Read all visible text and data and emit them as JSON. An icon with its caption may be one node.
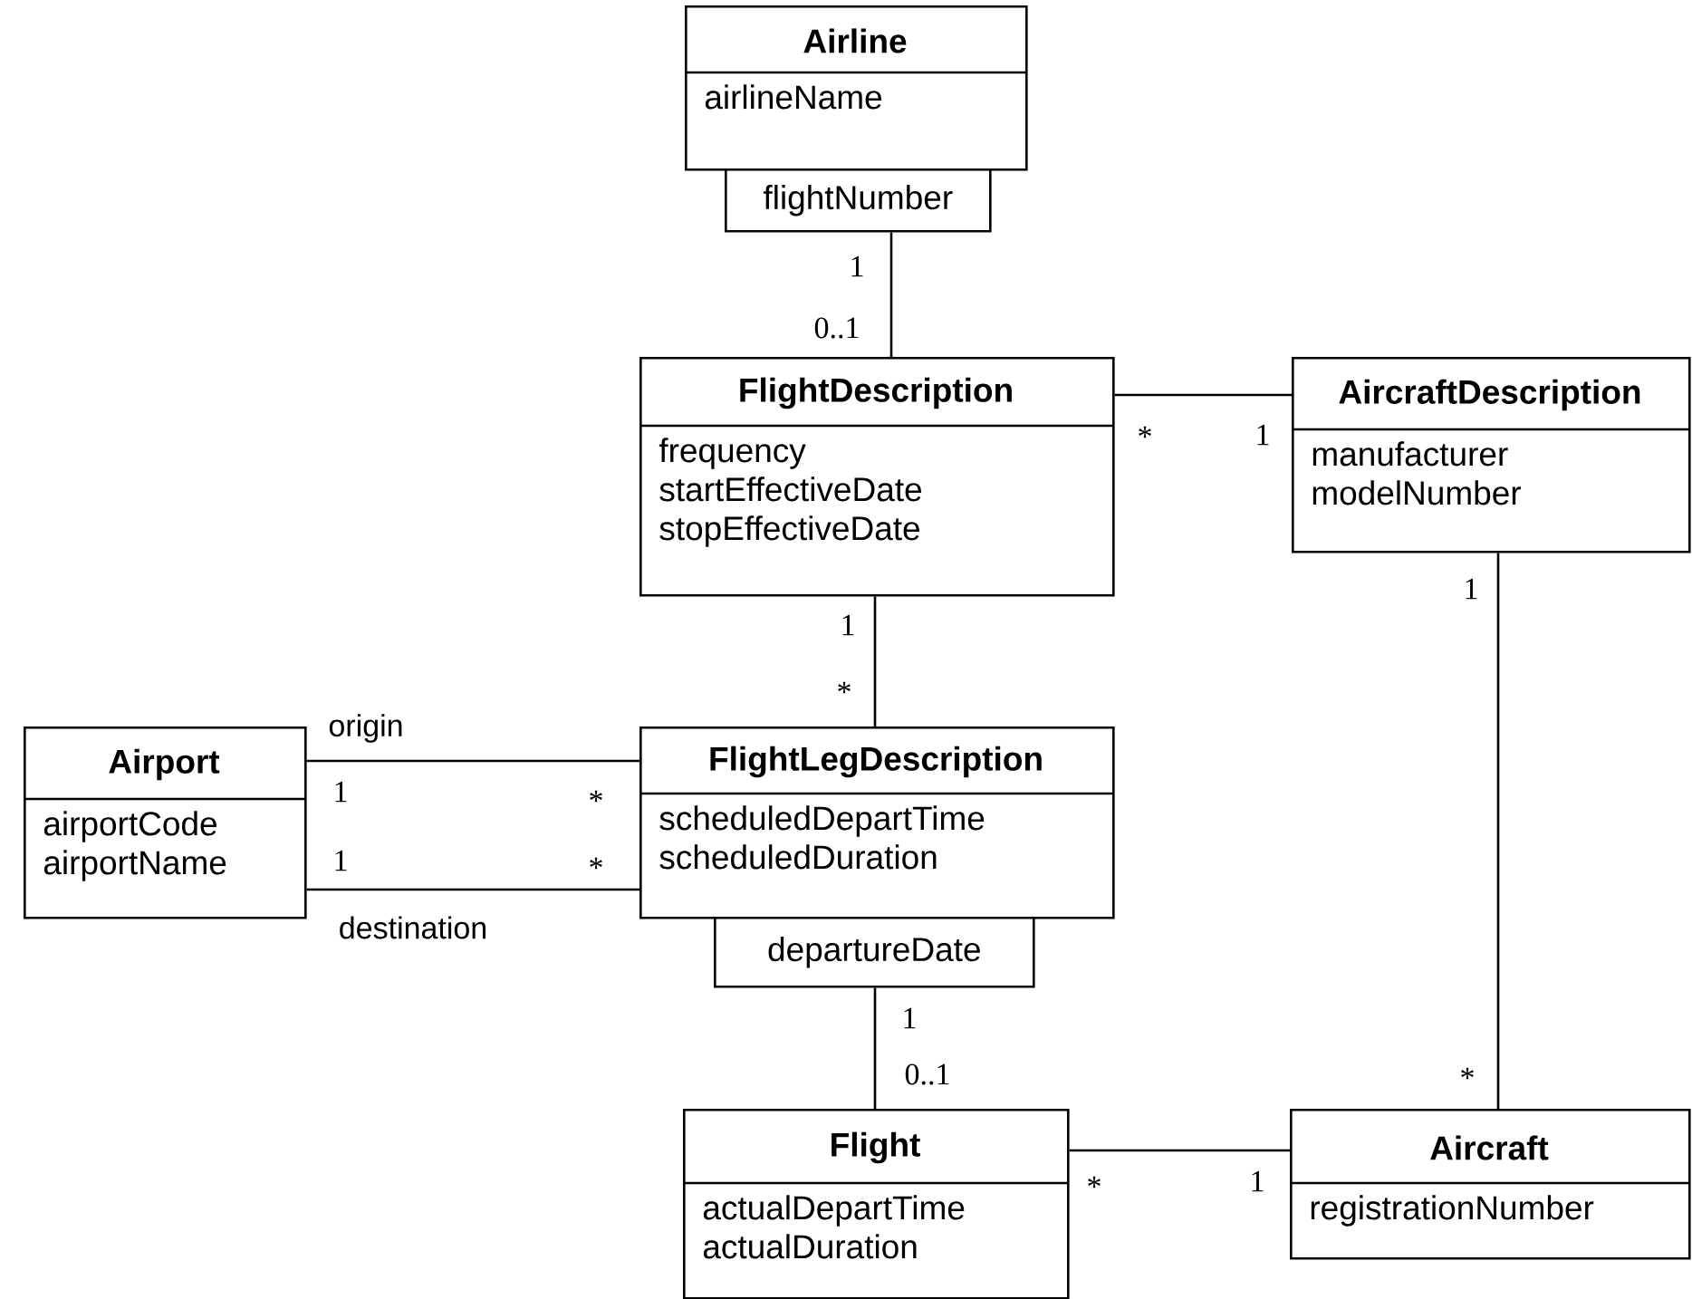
{
  "diagram": {
    "nodes": [
      {
        "text": [
          "Airline",
          "airlineName"
        ]
      },
      {
        "text": [
          "flightNumber"
        ]
      },
      {
        "text": [
          "FlightDescription",
          "frequency startEffectiveDate stopEffectiveDate"
        ]
      },
      {
        "text": [
          "AircraftDescription",
          "manufacturer modelNumber"
        ]
      },
      {
        "text": [
          "Airport",
          "airportCode airportName"
        ]
      },
      {
        "text": [
          "FlightLegDescription",
          "scheduledDepartTime scheduledDuration"
        ]
      },
      {
        "text": [
          "departureDate"
        ]
      },
      {
        "text": [
          "Flight",
          "actualDepartTime actualDuration"
        ]
      },
      {
        "text": [
          "Aircraft",
          "registrationNumber"
        ]
      }
    ],
    "edges": [
      {
        "from": 1,
        "to": 2,
        "arrow": "none"
      },
      {
        "from": 2,
        "to": 3,
        "arrow": "none"
      },
      {
        "from": 2,
        "to": 5,
        "arrow": "none"
      },
      {
        "from": 4,
        "to": 5,
        "arrow": "none"
      },
      {
        "from": 4,
        "to": 5,
        "arrow": "none"
      },
      {
        "from": 3,
        "to": 8,
        "arrow": "none"
      },
      {
        "from": 6,
        "to": 7,
        "arrow": "none"
      },
      {
        "from": 7,
        "to": 8,
        "arrow": "none"
      }
    ],
    "labels": [
      "1",
      "0..1",
      "*",
      "1",
      "1",
      "1",
      "*",
      "origin",
      "1",
      "*",
      "1",
      "*",
      "destination",
      "1",
      "0..1",
      "*",
      "*",
      "1"
    ]
  }
}
